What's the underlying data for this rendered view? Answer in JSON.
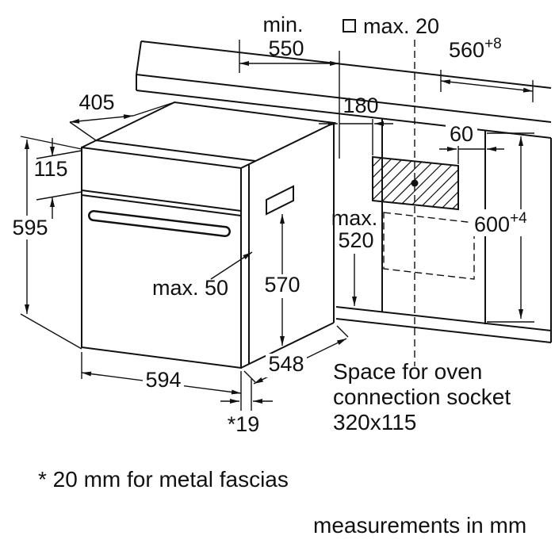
{
  "diagram": {
    "top": {
      "min_label": "min.",
      "min_value": "550",
      "square_note": "max. 20",
      "niche_width": "560",
      "niche_width_tol": "+8"
    },
    "left": {
      "top_depth": "405",
      "panel_height": "115",
      "oven_height": "595"
    },
    "oven": {
      "handle_clearance": "max. 50",
      "body_height": "570",
      "width": "594",
      "depth": "548",
      "fascia_gap": "*19"
    },
    "niche": {
      "socket_h_offset": "180",
      "socket_side_offset": "60",
      "max_label": "max.",
      "max_depth": "520",
      "height": "600",
      "height_tol": "+4"
    },
    "notes": {
      "socket_line1": "Space for oven",
      "socket_line2": "connection socket",
      "socket_size": "320x115",
      "fascia_note": "* 20 mm for metal fascias",
      "units": "measurements in mm"
    },
    "colors": {
      "line": "#111111",
      "background": "#ffffff"
    }
  }
}
